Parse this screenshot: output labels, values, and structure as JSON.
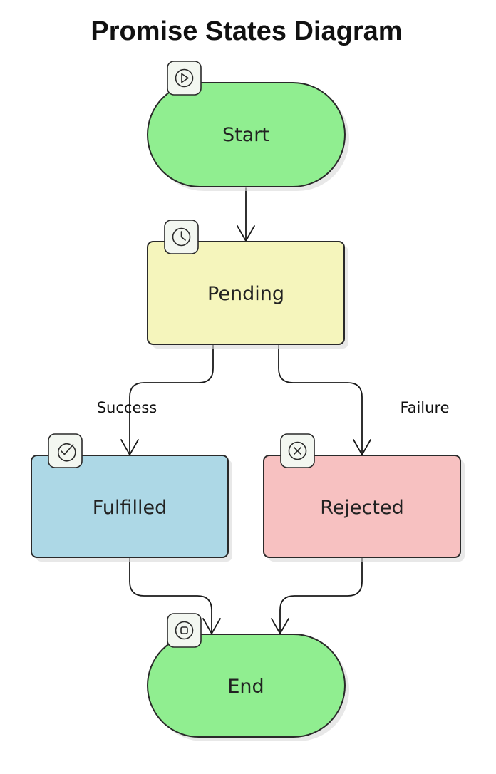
{
  "title": "Promise States Diagram",
  "colors": {
    "start_end": "#90ee90",
    "pending": "#f5f5bc",
    "fulfilled": "#add8e6",
    "rejected": "#f7c1c1"
  },
  "nodes": {
    "start": {
      "label": "Start",
      "icon": "play-icon"
    },
    "pending": {
      "label": "Pending",
      "icon": "clock-icon"
    },
    "fulfilled": {
      "label": "Fulfilled",
      "icon": "check-circle-icon"
    },
    "rejected": {
      "label": "Rejected",
      "icon": "x-circle-icon"
    },
    "end": {
      "label": "End",
      "icon": "stop-icon"
    }
  },
  "edges": {
    "success_label": "Success",
    "failure_label": "Failure"
  }
}
